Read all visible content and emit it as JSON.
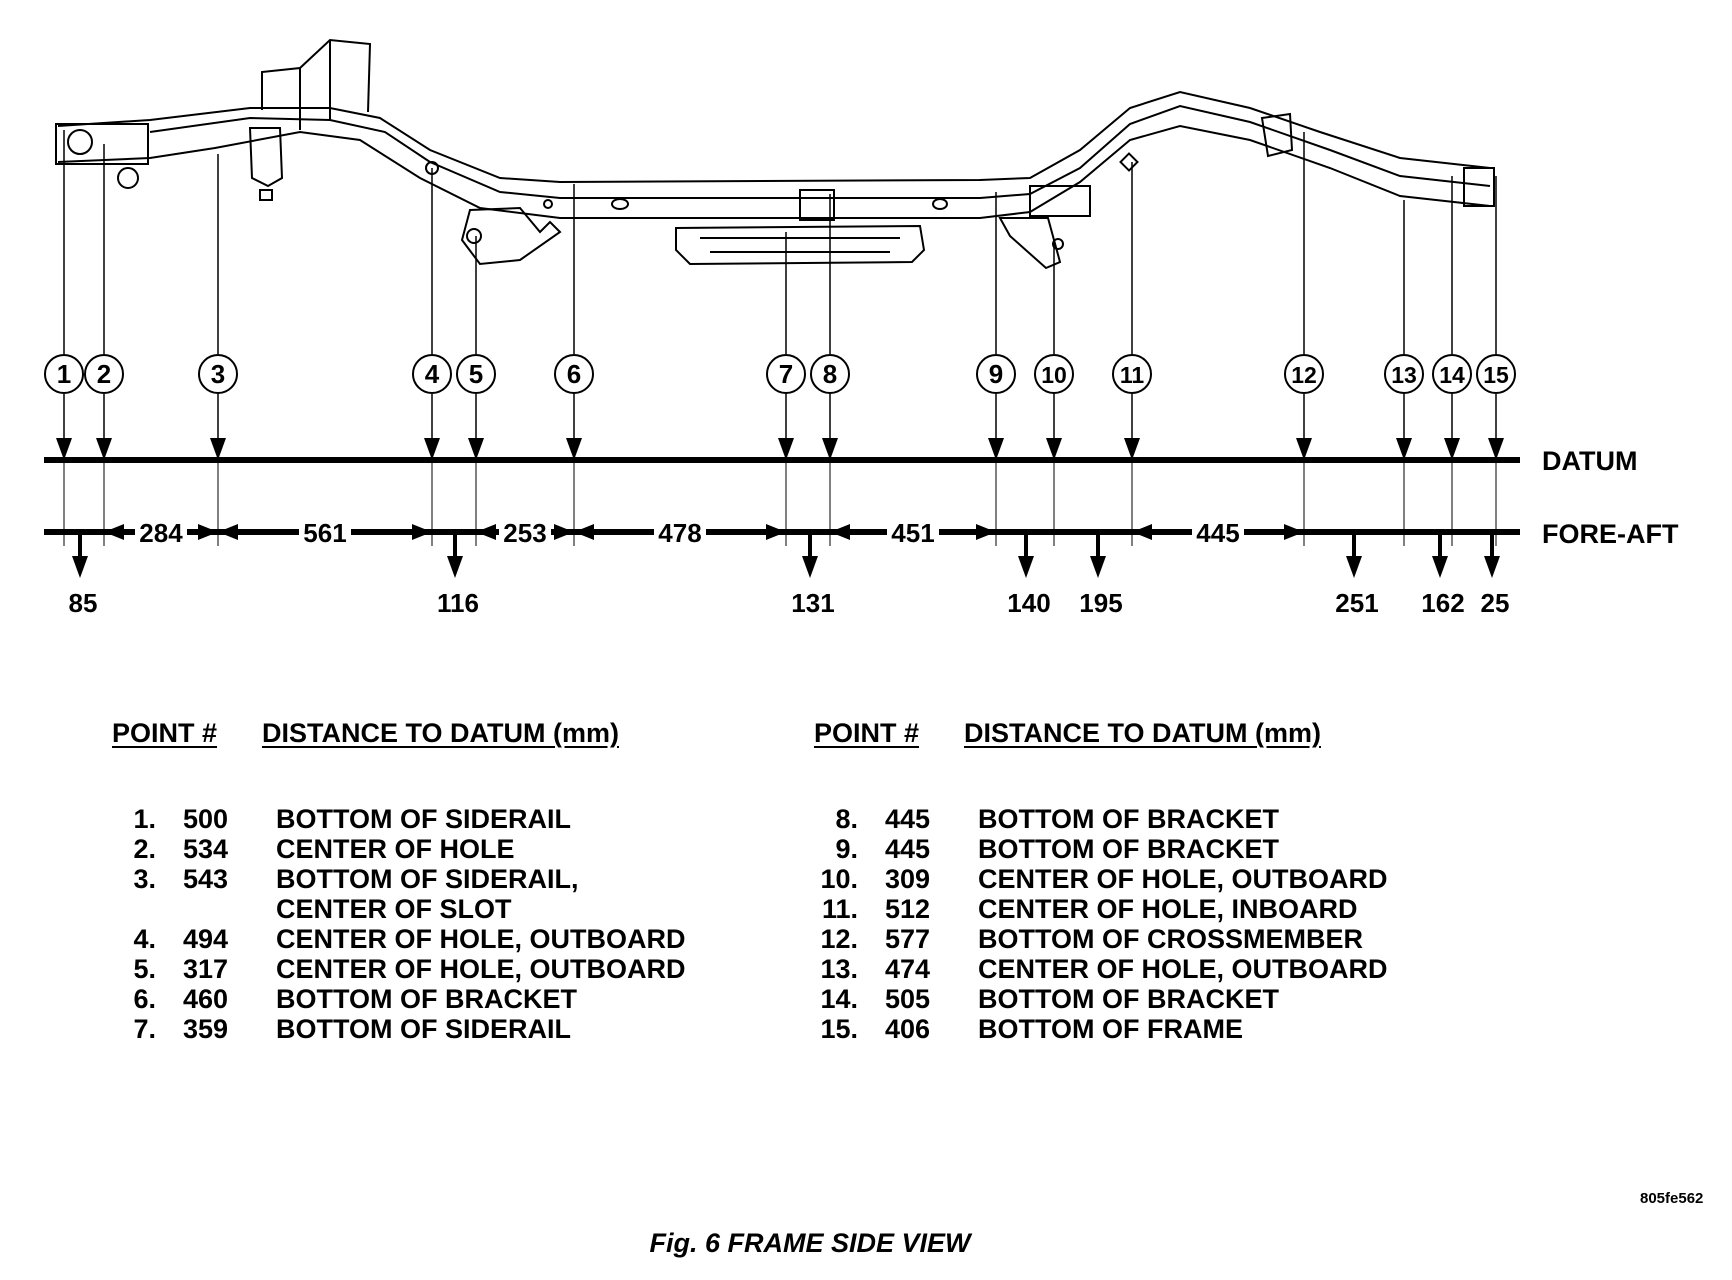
{
  "diagram": {
    "reference_points": [
      "1",
      "2",
      "3",
      "4",
      "5",
      "6",
      "7",
      "8",
      "9",
      "10",
      "11",
      "12",
      "13",
      "14",
      "15"
    ],
    "datum_label": "DATUM",
    "fore_aft_label": "FORE-AFT",
    "fore_aft_spacings": [
      "284",
      "561",
      "253",
      "478",
      "451",
      "445"
    ],
    "vertical_markers": [
      "85",
      "116",
      "131",
      "140",
      "195",
      "251",
      "162",
      "25"
    ]
  },
  "table": {
    "header_point": "POINT #",
    "header_distance": "DISTANCE TO DATUM (mm)",
    "left_rows": [
      {
        "num": "1.",
        "dist": "500",
        "desc": "BOTTOM OF SIDERAIL"
      },
      {
        "num": "2.",
        "dist": "534",
        "desc": "CENTER OF HOLE"
      },
      {
        "num": "3.",
        "dist": "543",
        "desc": "BOTTOM OF SIDERAIL,"
      },
      {
        "num": "",
        "dist": "",
        "desc": "CENTER OF SLOT"
      },
      {
        "num": "4.",
        "dist": "494",
        "desc": "CENTER OF HOLE, OUTBOARD"
      },
      {
        "num": "5.",
        "dist": "317",
        "desc": "CENTER OF HOLE, OUTBOARD"
      },
      {
        "num": "6.",
        "dist": "460",
        "desc": "BOTTOM OF BRACKET"
      },
      {
        "num": "7.",
        "dist": "359",
        "desc": "BOTTOM OF SIDERAIL"
      }
    ],
    "right_rows": [
      {
        "num": "8.",
        "dist": "445",
        "desc": "BOTTOM OF BRACKET"
      },
      {
        "num": "9.",
        "dist": "445",
        "desc": "BOTTOM OF BRACKET"
      },
      {
        "num": "10.",
        "dist": "309",
        "desc": "CENTER OF HOLE, OUTBOARD"
      },
      {
        "num": "11.",
        "dist": "512",
        "desc": "CENTER OF HOLE, INBOARD"
      },
      {
        "num": "12.",
        "dist": "577",
        "desc": "BOTTOM OF CROSSMEMBER"
      },
      {
        "num": "13.",
        "dist": "474",
        "desc": "CENTER OF HOLE, OUTBOARD"
      },
      {
        "num": "14.",
        "dist": "505",
        "desc": "BOTTOM OF BRACKET"
      },
      {
        "num": "15.",
        "dist": "406",
        "desc": "BOTTOM OF FRAME"
      }
    ]
  },
  "reference_code": "805fe562",
  "caption": "Fig. 6 FRAME SIDE VIEW"
}
